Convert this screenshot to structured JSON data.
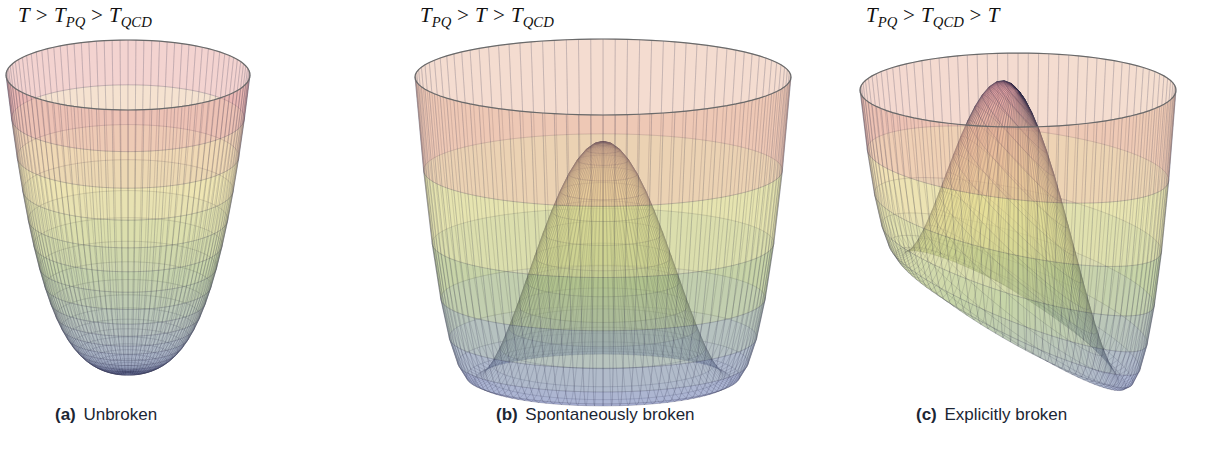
{
  "diagram": {
    "labels": [
      "T > T",
      "PQ",
      "> T",
      "QCD",
      "T",
      "PQ",
      "> T > T",
      "QCD",
      "T",
      "PQ",
      "> T",
      "QCD",
      "> T",
      "(a)",
      "Unbroken",
      "(b)",
      "Spontaneously broken",
      "(c)",
      "Explicitly broken"
    ]
  }
}
